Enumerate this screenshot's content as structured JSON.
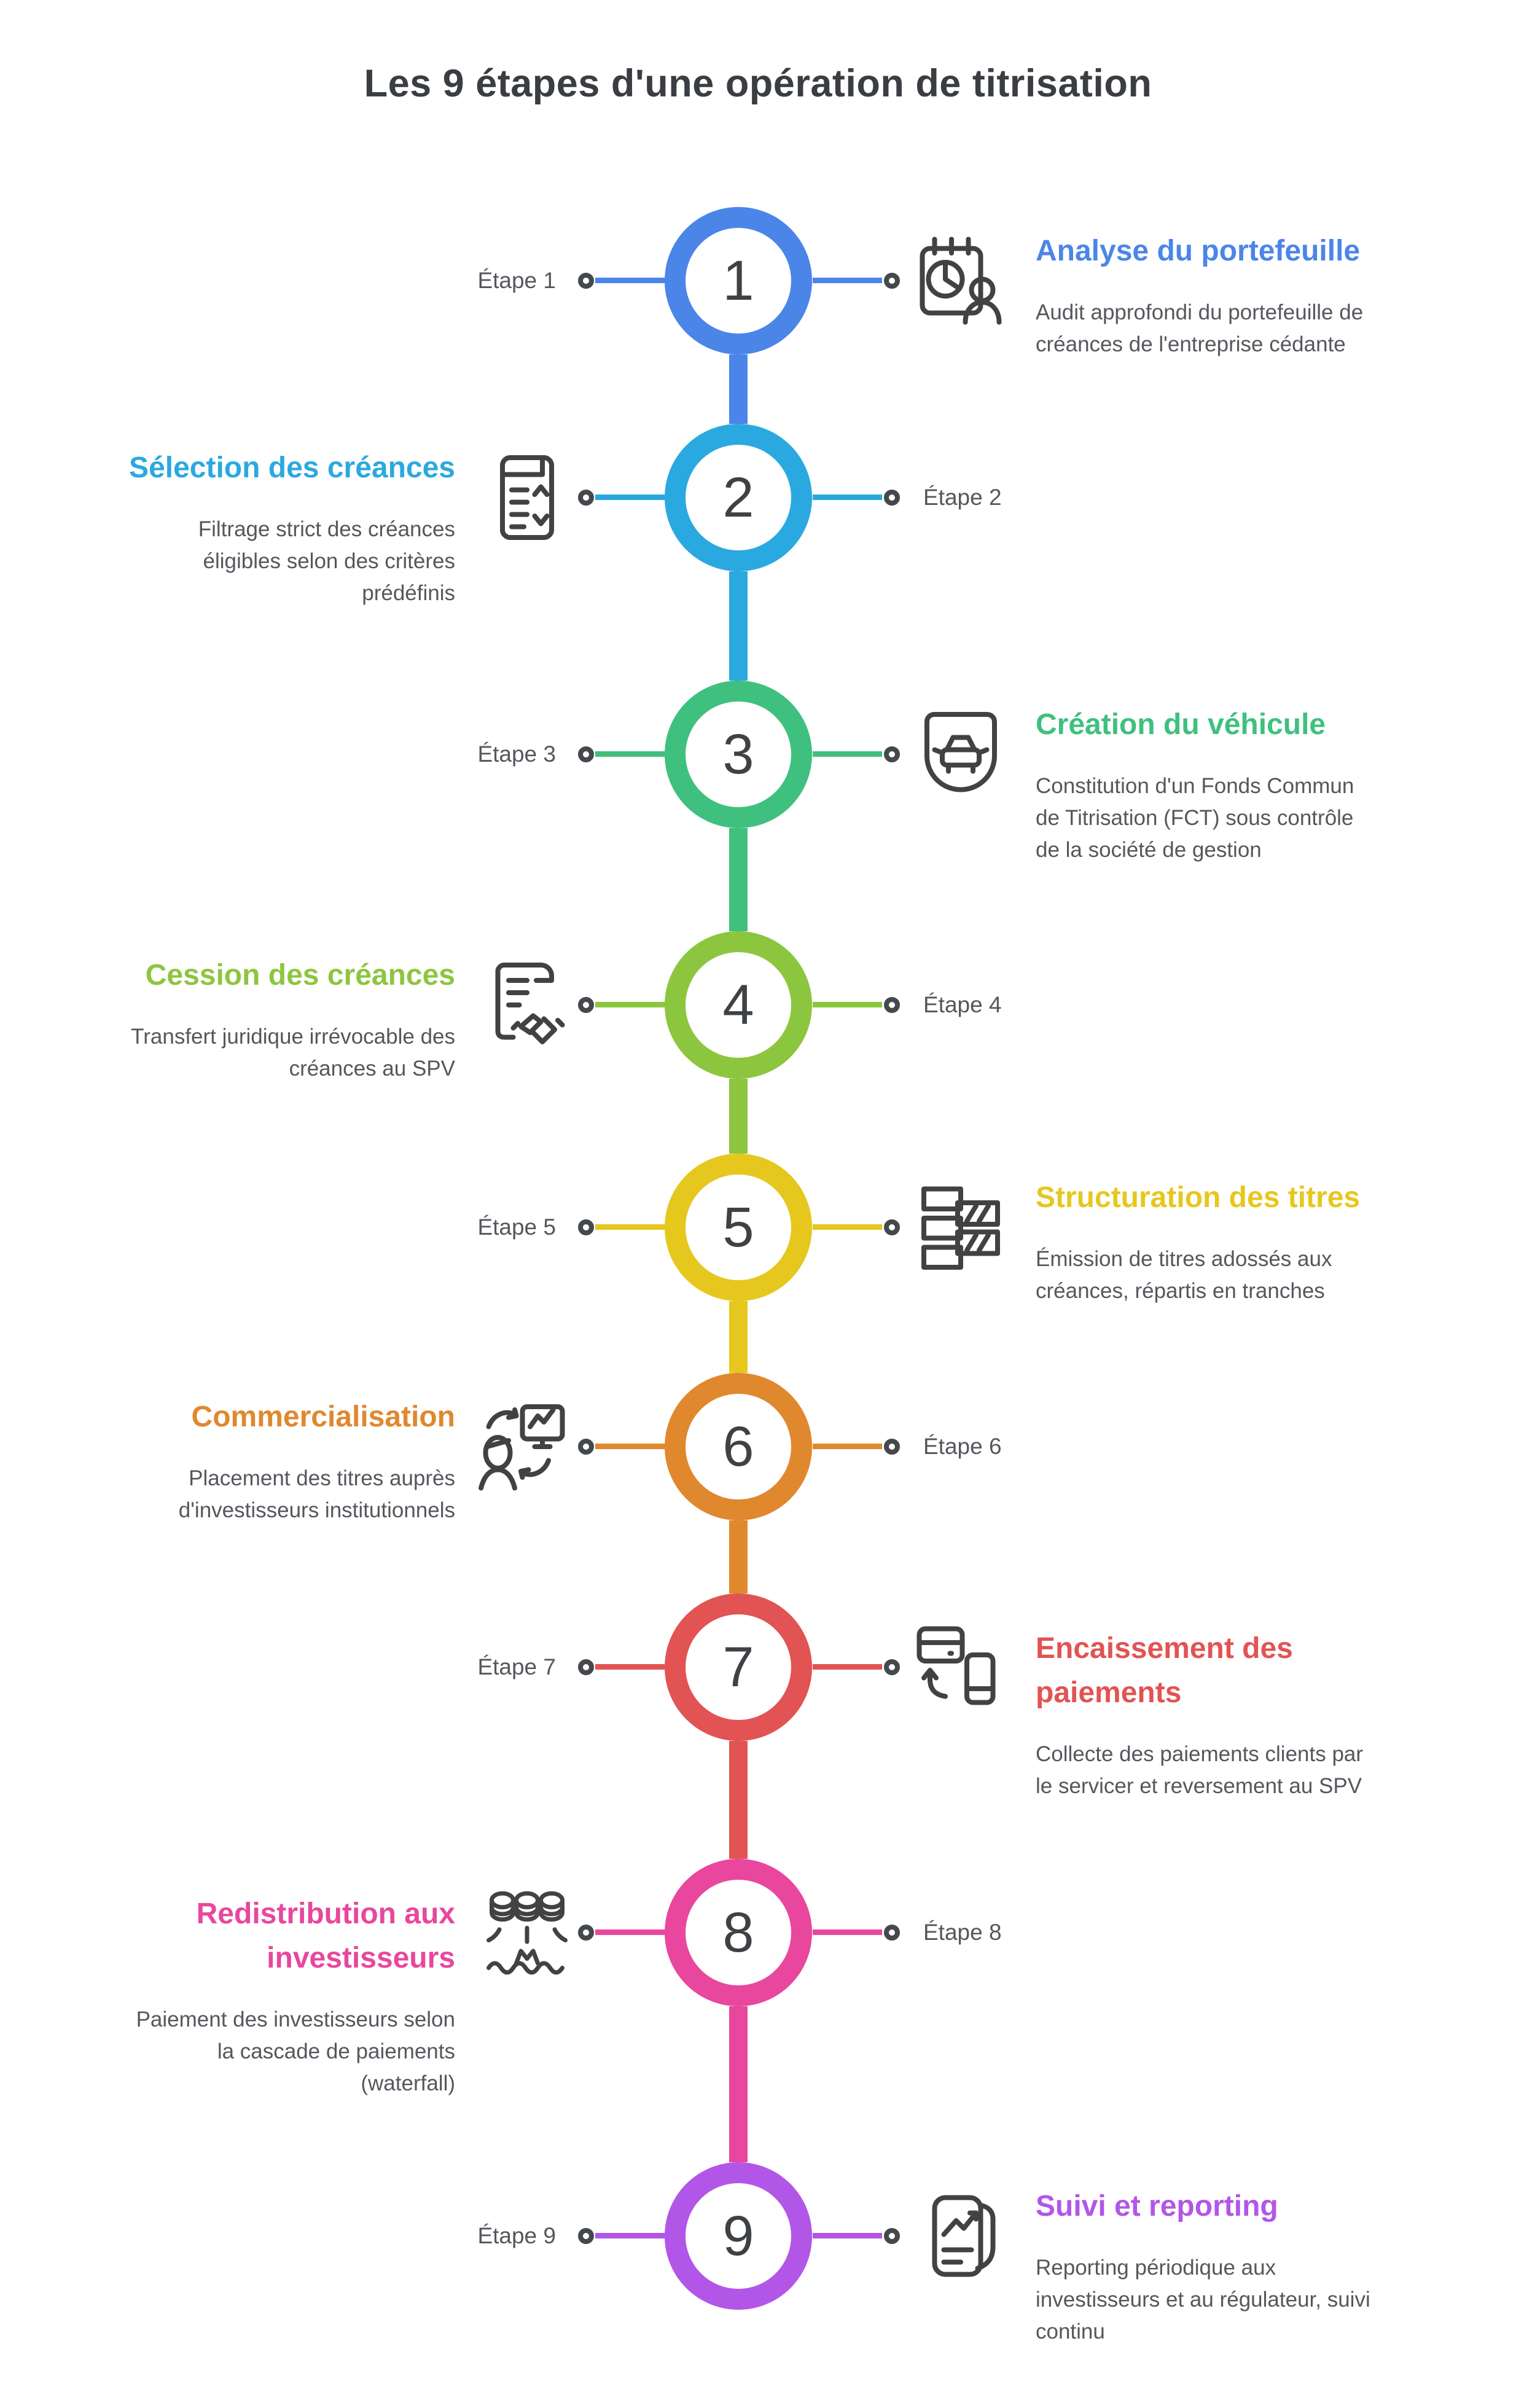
{
  "page": {
    "title": "Les 9 étapes d'une opération de titrisation"
  },
  "ui": {
    "background": "#ffffff",
    "title_color": "#3a3d41",
    "text_color": "#54575c",
    "number_color": "#3f4245",
    "connector_dot_color": "#45484c"
  },
  "steps": [
    {
      "num": "1",
      "etape": "Étape 1",
      "title": "Analyse du portefeuille",
      "desc": "Audit approfondi du portefeuille de\ncréances de l'entreprise cédante",
      "color": "#4b85e8",
      "icon": "portfolio-analysis-icon"
    },
    {
      "num": "2",
      "etape": "Étape 2",
      "title": "Sélection des créances",
      "desc": "Filtrage strict des créances\néligibles selon des critères\nprédéfinis",
      "color": "#2aa9e0",
      "icon": "sort-list-icon"
    },
    {
      "num": "3",
      "etape": "Étape 3",
      "title": "Création du véhicule",
      "desc": "Constitution d'un Fonds Commun\nde Titrisation (FCT) sous contrôle\nde la société de gestion",
      "color": "#3fc07e",
      "icon": "vehicle-icon"
    },
    {
      "num": "4",
      "etape": "Étape 4",
      "title": "Cession des créances",
      "desc": "Transfert juridique irrévocable des\ncréances au SPV",
      "color": "#8cc63f",
      "icon": "contract-handshake-icon"
    },
    {
      "num": "5",
      "etape": "Étape 5",
      "title": "Structuration des titres",
      "desc": "Émission de titres adossés aux\ncréances, répartis en tranches",
      "color": "#e6c71e",
      "icon": "tranches-icon"
    },
    {
      "num": "6",
      "etape": "Étape 6",
      "title": "Commercialisation",
      "desc": "Placement des titres auprès\nd'investisseurs institutionnels",
      "color": "#e0882e",
      "icon": "presentation-icon"
    },
    {
      "num": "7",
      "etape": "Étape 7",
      "title": "Encaissement des\npaiements",
      "desc": "Collecte des paiements clients par\nle servicer et reversement au SPV",
      "color": "#e25353",
      "icon": "payment-icon"
    },
    {
      "num": "8",
      "etape": "Étape 8",
      "title": "Redistribution aux\ninvestisseurs",
      "desc": "Paiement des investisseurs selon\nla cascade de paiements\n(waterfall)",
      "color": "#e8479d",
      "icon": "coins-waterfall-icon"
    },
    {
      "num": "9",
      "etape": "Étape 9",
      "title": "Suivi et reporting",
      "desc": "Reporting périodique aux\ninvestisseurs et au régulateur, suivi\ncontinu",
      "color": "#b256e8",
      "icon": "report-icon"
    }
  ]
}
